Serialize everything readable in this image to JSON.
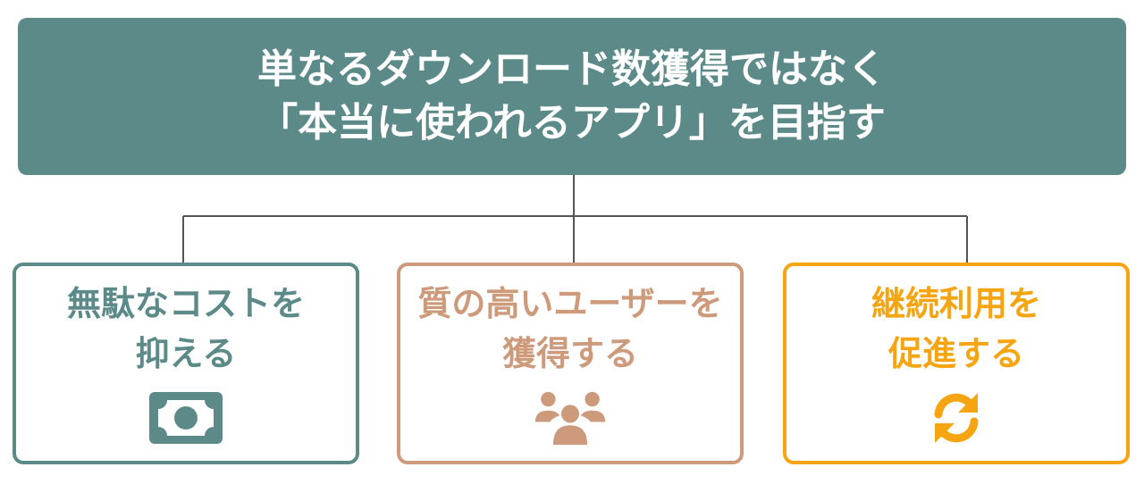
{
  "header": {
    "line1": "単なるダウンロード数獲得ではなく",
    "line2": "「本当に使われるアプリ」を目指す"
  },
  "cards": [
    {
      "line1": "無駄なコストを",
      "line2": "抑える",
      "icon": "money-bill-icon",
      "color": "#5c8a89"
    },
    {
      "line1": "質の高いユーザーを",
      "line2": "獲得する",
      "icon": "users-group-icon",
      "color": "#cd9a7b"
    },
    {
      "line1": "継続利用を",
      "line2": "促進する",
      "icon": "sync-arrows-icon",
      "color": "#f5a511"
    }
  ],
  "colors": {
    "header_bg": "#5c8a89",
    "connector": "#555555"
  }
}
